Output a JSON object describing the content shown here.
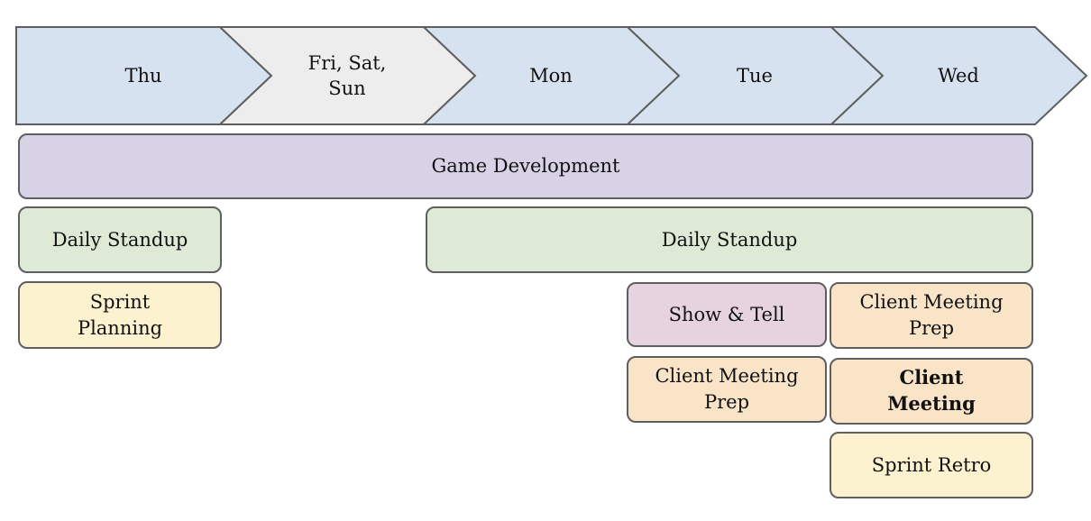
{
  "palette": {
    "day_blue": "#d6e2f0",
    "day_gray": "#ededed",
    "lavender": "#d8d2e6",
    "green": "#dee9d6",
    "yellow": "#fdf2cf",
    "pink": "#e7d3df",
    "peach": "#f9e4c8",
    "border": "#5f5f5f",
    "text": "#111111"
  },
  "days": [
    {
      "label": "Thu"
    },
    {
      "label": "Fri, Sat,\nSun"
    },
    {
      "label": "Mon"
    },
    {
      "label": "Tue"
    },
    {
      "label": "Wed"
    }
  ],
  "tasks": {
    "game_development": {
      "label": "Game Development"
    },
    "daily_standup_thu": {
      "label": "Daily Standup"
    },
    "daily_standup_week": {
      "label": "Daily Standup"
    },
    "sprint_planning": {
      "label": "Sprint\nPlanning"
    },
    "show_and_tell": {
      "label": "Show & Tell"
    },
    "client_meeting_prep_wed": {
      "label": "Client Meeting\nPrep"
    },
    "client_meeting_prep_tue": {
      "label": "Client Meeting\nPrep"
    },
    "client_meeting": {
      "label": "Client\nMeeting"
    },
    "sprint_retro": {
      "label": "Sprint Retro"
    }
  }
}
